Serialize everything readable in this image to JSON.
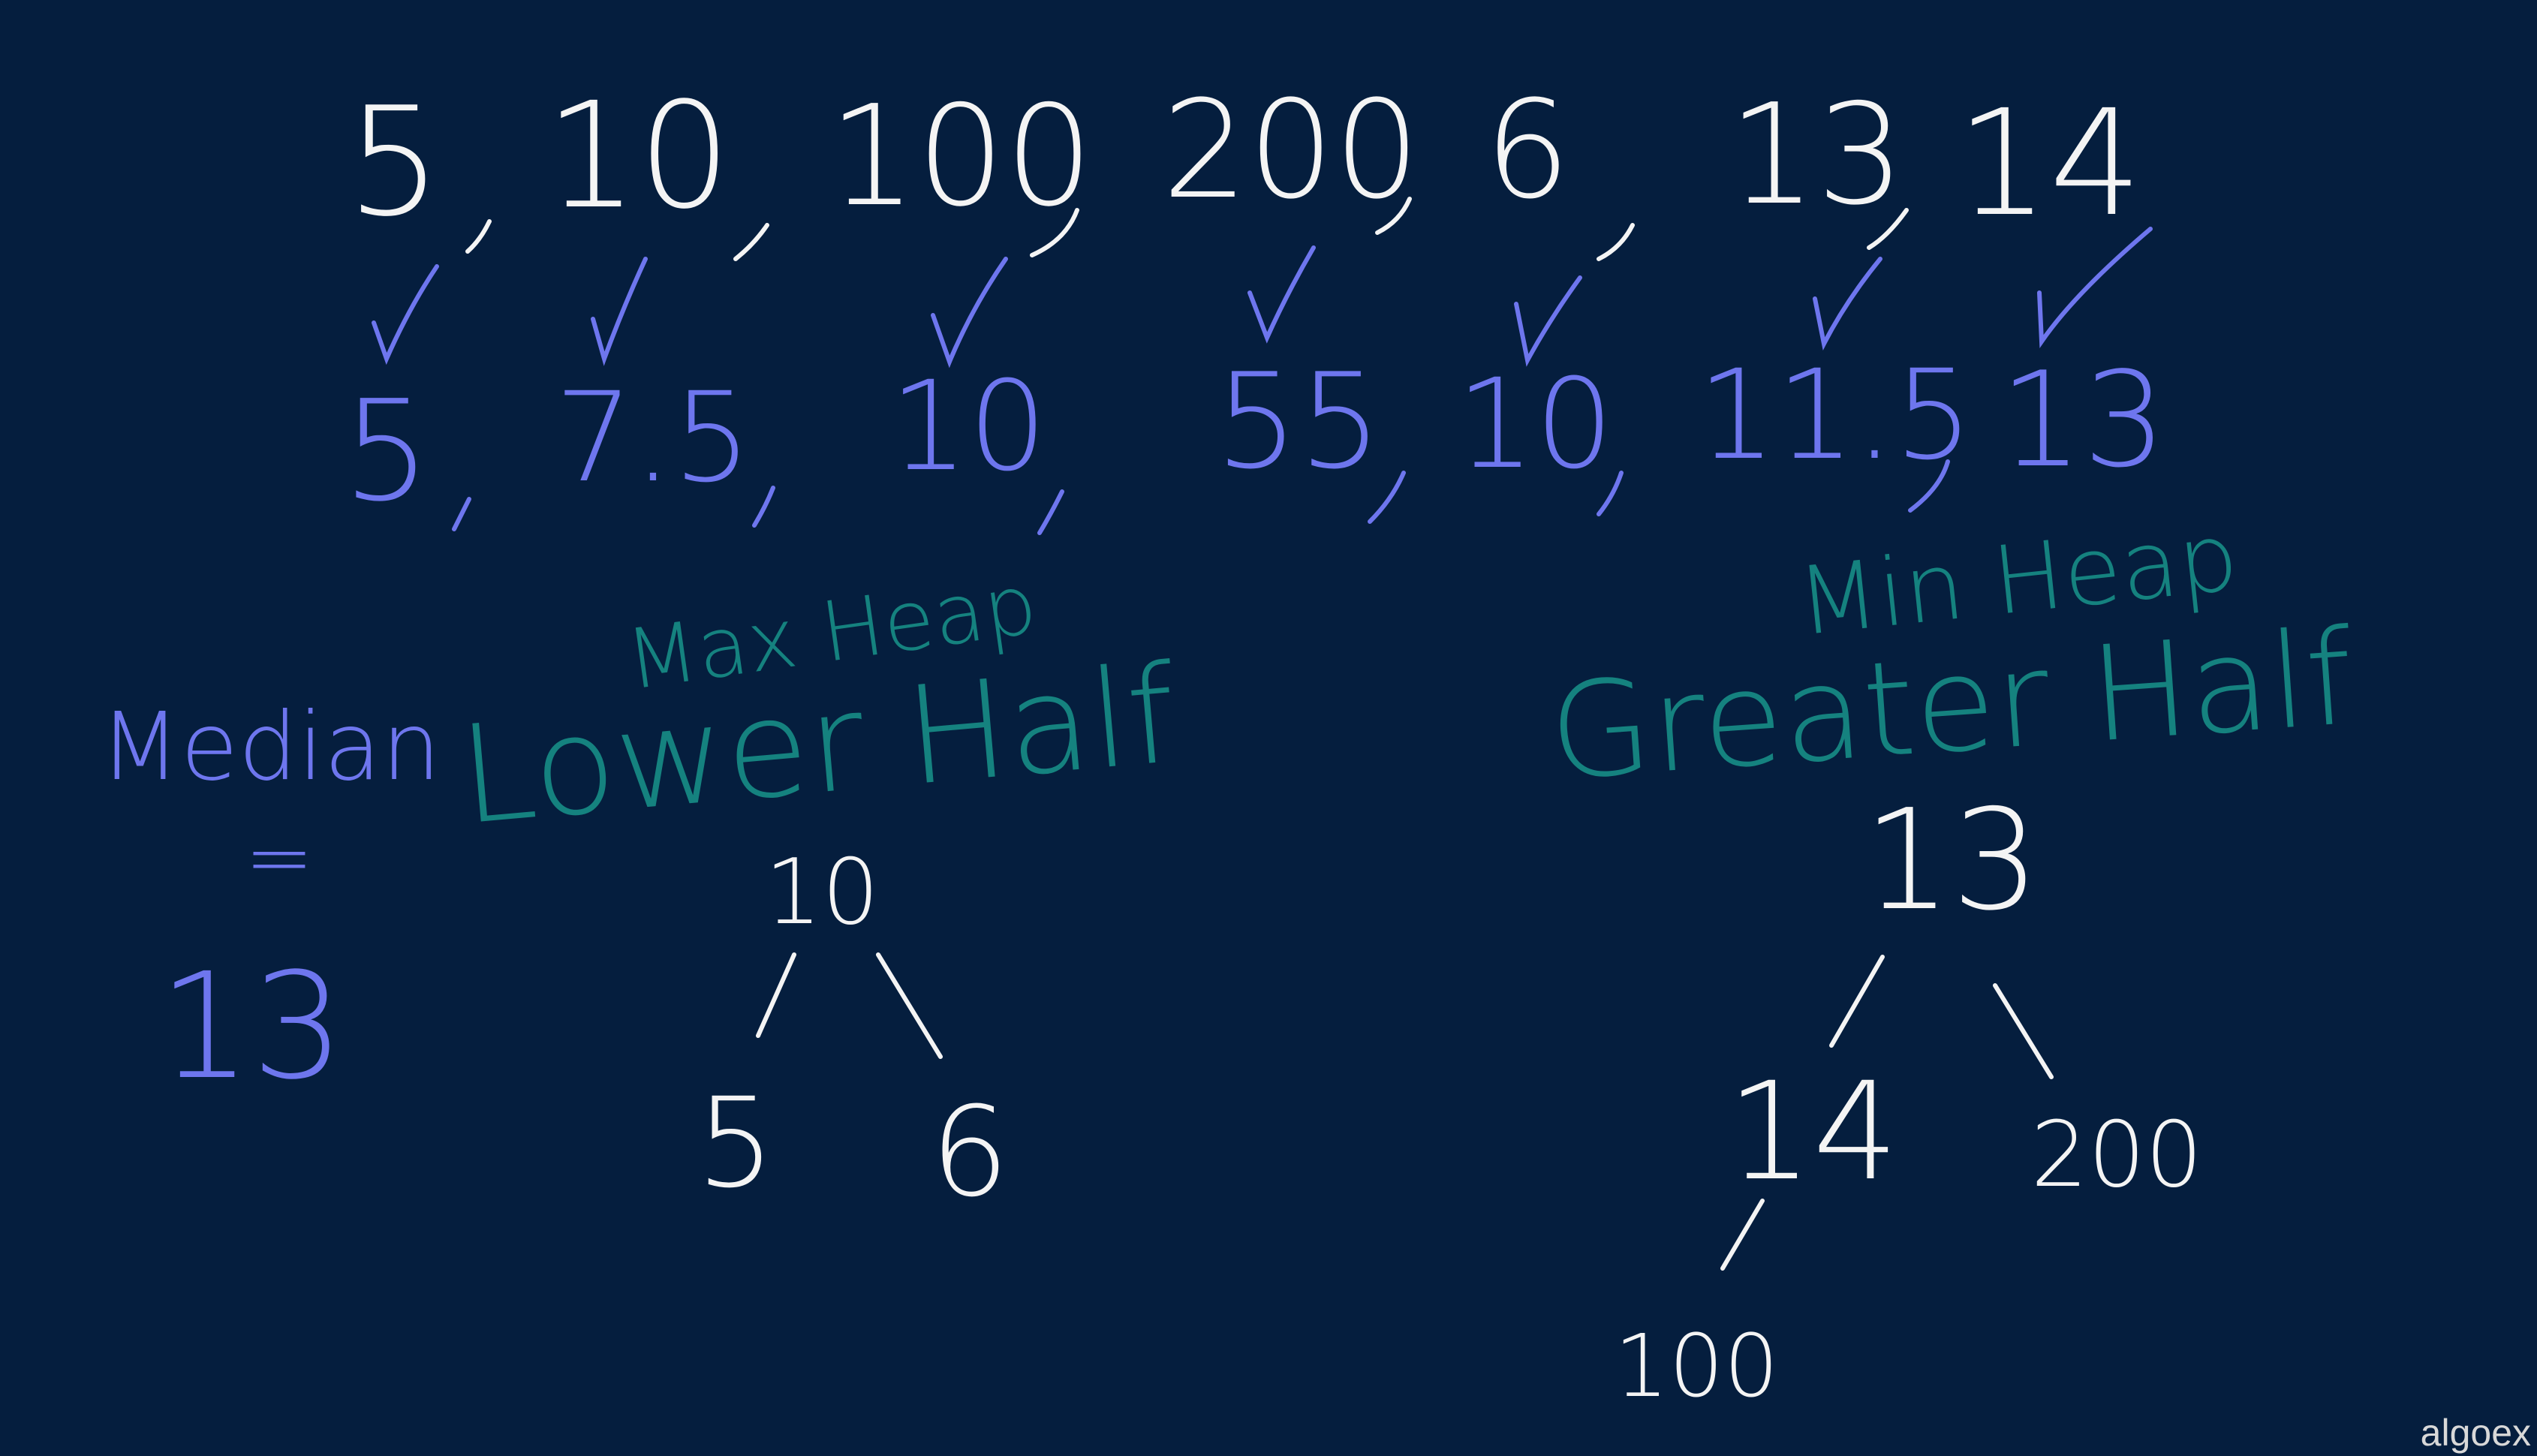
{
  "stream": {
    "numbers": [
      "5",
      "10",
      "100",
      "200",
      "6",
      "13",
      "14"
    ]
  },
  "medians": {
    "values": [
      "5",
      "7.5",
      "10",
      "55",
      "10",
      "11.5",
      "13"
    ]
  },
  "median_result": {
    "label": "Median",
    "equals": "=",
    "value": "13"
  },
  "max_heap": {
    "title": "Max Heap",
    "subtitle": "Lower Half",
    "root": "10",
    "left": "5",
    "right": "6"
  },
  "min_heap": {
    "title": "Min Heap",
    "subtitle": "Greater Half",
    "root": "13",
    "left": "14",
    "right": "200",
    "left_left": "100"
  },
  "watermark": "algoex",
  "colors": {
    "background": "#051e3e",
    "ink_white": "#f4f4f4",
    "ink_blue": "#6e76ee",
    "ink_teal": "#15827f"
  }
}
